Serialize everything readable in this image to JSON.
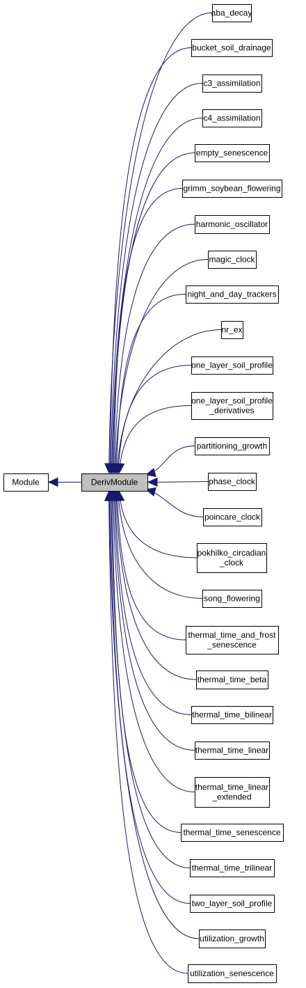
{
  "diagram": {
    "type": "inheritance-graph",
    "colors": {
      "edge": "#191970",
      "focus_fill": "#bfbfbf",
      "node_fill": "#ffffff",
      "node_border": "#000000"
    },
    "root": {
      "id": "module",
      "label": [
        "Module"
      ]
    },
    "focus": {
      "id": "derivmodule",
      "label": [
        "DerivModule"
      ]
    },
    "children": [
      {
        "id": "aba_decay",
        "label": [
          "aba_decay"
        ]
      },
      {
        "id": "bucket_soil_drainage",
        "label": [
          "bucket_soil_drainage"
        ]
      },
      {
        "id": "c3_assimilation",
        "label": [
          "c3_assimilation"
        ]
      },
      {
        "id": "c4_assimilation",
        "label": [
          "c4_assimilation"
        ]
      },
      {
        "id": "empty_senescence",
        "label": [
          "empty_senescence"
        ]
      },
      {
        "id": "grimm_soybean_flowering",
        "label": [
          "grimm_soybean_flowering"
        ]
      },
      {
        "id": "harmonic_oscillator",
        "label": [
          "harmonic_oscillator"
        ]
      },
      {
        "id": "magic_clock",
        "label": [
          "magic_clock"
        ]
      },
      {
        "id": "night_and_day_trackers",
        "label": [
          "night_and_day_trackers"
        ]
      },
      {
        "id": "nr_ex",
        "label": [
          "nr_ex"
        ]
      },
      {
        "id": "one_layer_soil_profile",
        "label": [
          "one_layer_soil_profile"
        ]
      },
      {
        "id": "one_layer_soil_profile_derivatives",
        "label": [
          "one_layer_soil_profile",
          "_derivatives"
        ]
      },
      {
        "id": "partitioning_growth",
        "label": [
          "partitioning_growth"
        ]
      },
      {
        "id": "phase_clock",
        "label": [
          "phase_clock"
        ]
      },
      {
        "id": "poincare_clock",
        "label": [
          "poincare_clock"
        ]
      },
      {
        "id": "pokhilko_circadian_clock",
        "label": [
          "pokhilko_circadian",
          "_clock"
        ]
      },
      {
        "id": "song_flowering",
        "label": [
          "song_flowering"
        ]
      },
      {
        "id": "thermal_time_and_frost_senescence",
        "label": [
          "thermal_time_and_frost",
          "_senescence"
        ]
      },
      {
        "id": "thermal_time_beta",
        "label": [
          "thermal_time_beta"
        ]
      },
      {
        "id": "thermal_time_bilinear",
        "label": [
          "thermal_time_bilinear"
        ]
      },
      {
        "id": "thermal_time_linear",
        "label": [
          "thermal_time_linear"
        ]
      },
      {
        "id": "thermal_time_linear_extended",
        "label": [
          "thermal_time_linear",
          "_extended"
        ]
      },
      {
        "id": "thermal_time_senescence",
        "label": [
          "thermal_time_senescence"
        ]
      },
      {
        "id": "thermal_time_trilinear",
        "label": [
          "thermal_time_trilinear"
        ]
      },
      {
        "id": "two_layer_soil_profile",
        "label": [
          "two_layer_soil_profile"
        ]
      },
      {
        "id": "utilization_growth",
        "label": [
          "utilization_growth"
        ]
      },
      {
        "id": "utilization_senescence",
        "label": [
          "utilization_senescence"
        ]
      }
    ]
  }
}
